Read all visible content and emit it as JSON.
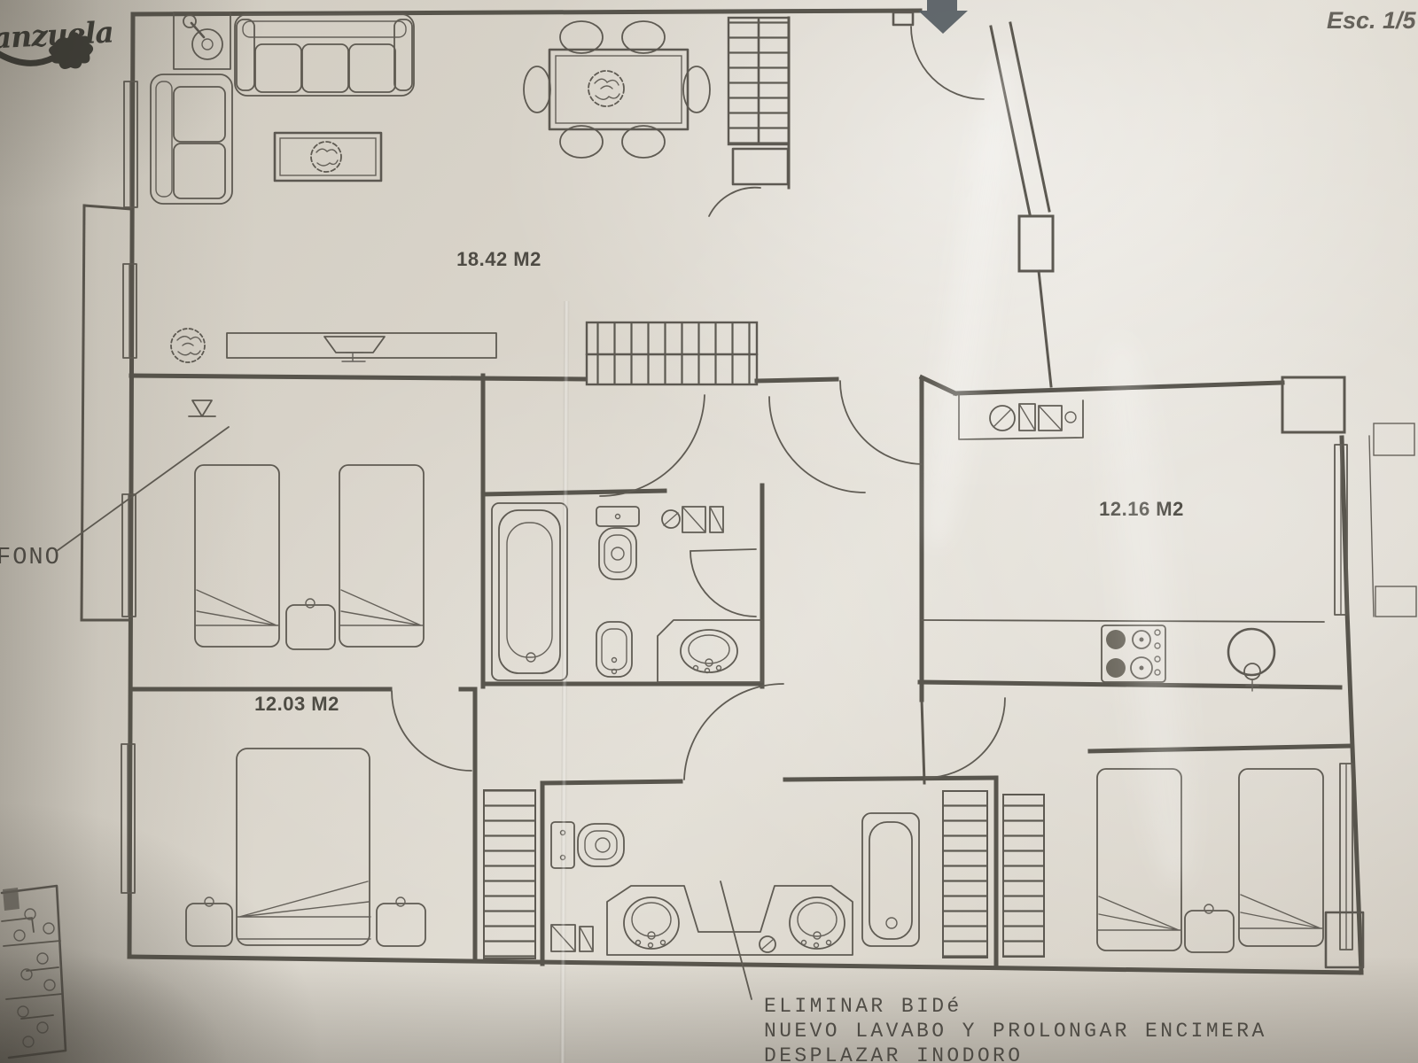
{
  "plan": {
    "logo_text": "anzuela",
    "scale_label": "Esc. 1/5",
    "room_labels": {
      "living_dining": "18.42 M2",
      "kitchen": "12.16 M2",
      "bedroom_bottom_left": "12.03 M2"
    },
    "callout_phone": "FONO",
    "annotations": {
      "line1": "ELIMINAR BIDé",
      "line2": "NUEVO LAVABO Y PROLONGAR ENCIMERA",
      "line3": "DESPLAZAR INODORO"
    },
    "colors": {
      "ink": "#4b4840",
      "paper": "#dcd7cd",
      "entrance_arrow": "#424b52"
    }
  }
}
